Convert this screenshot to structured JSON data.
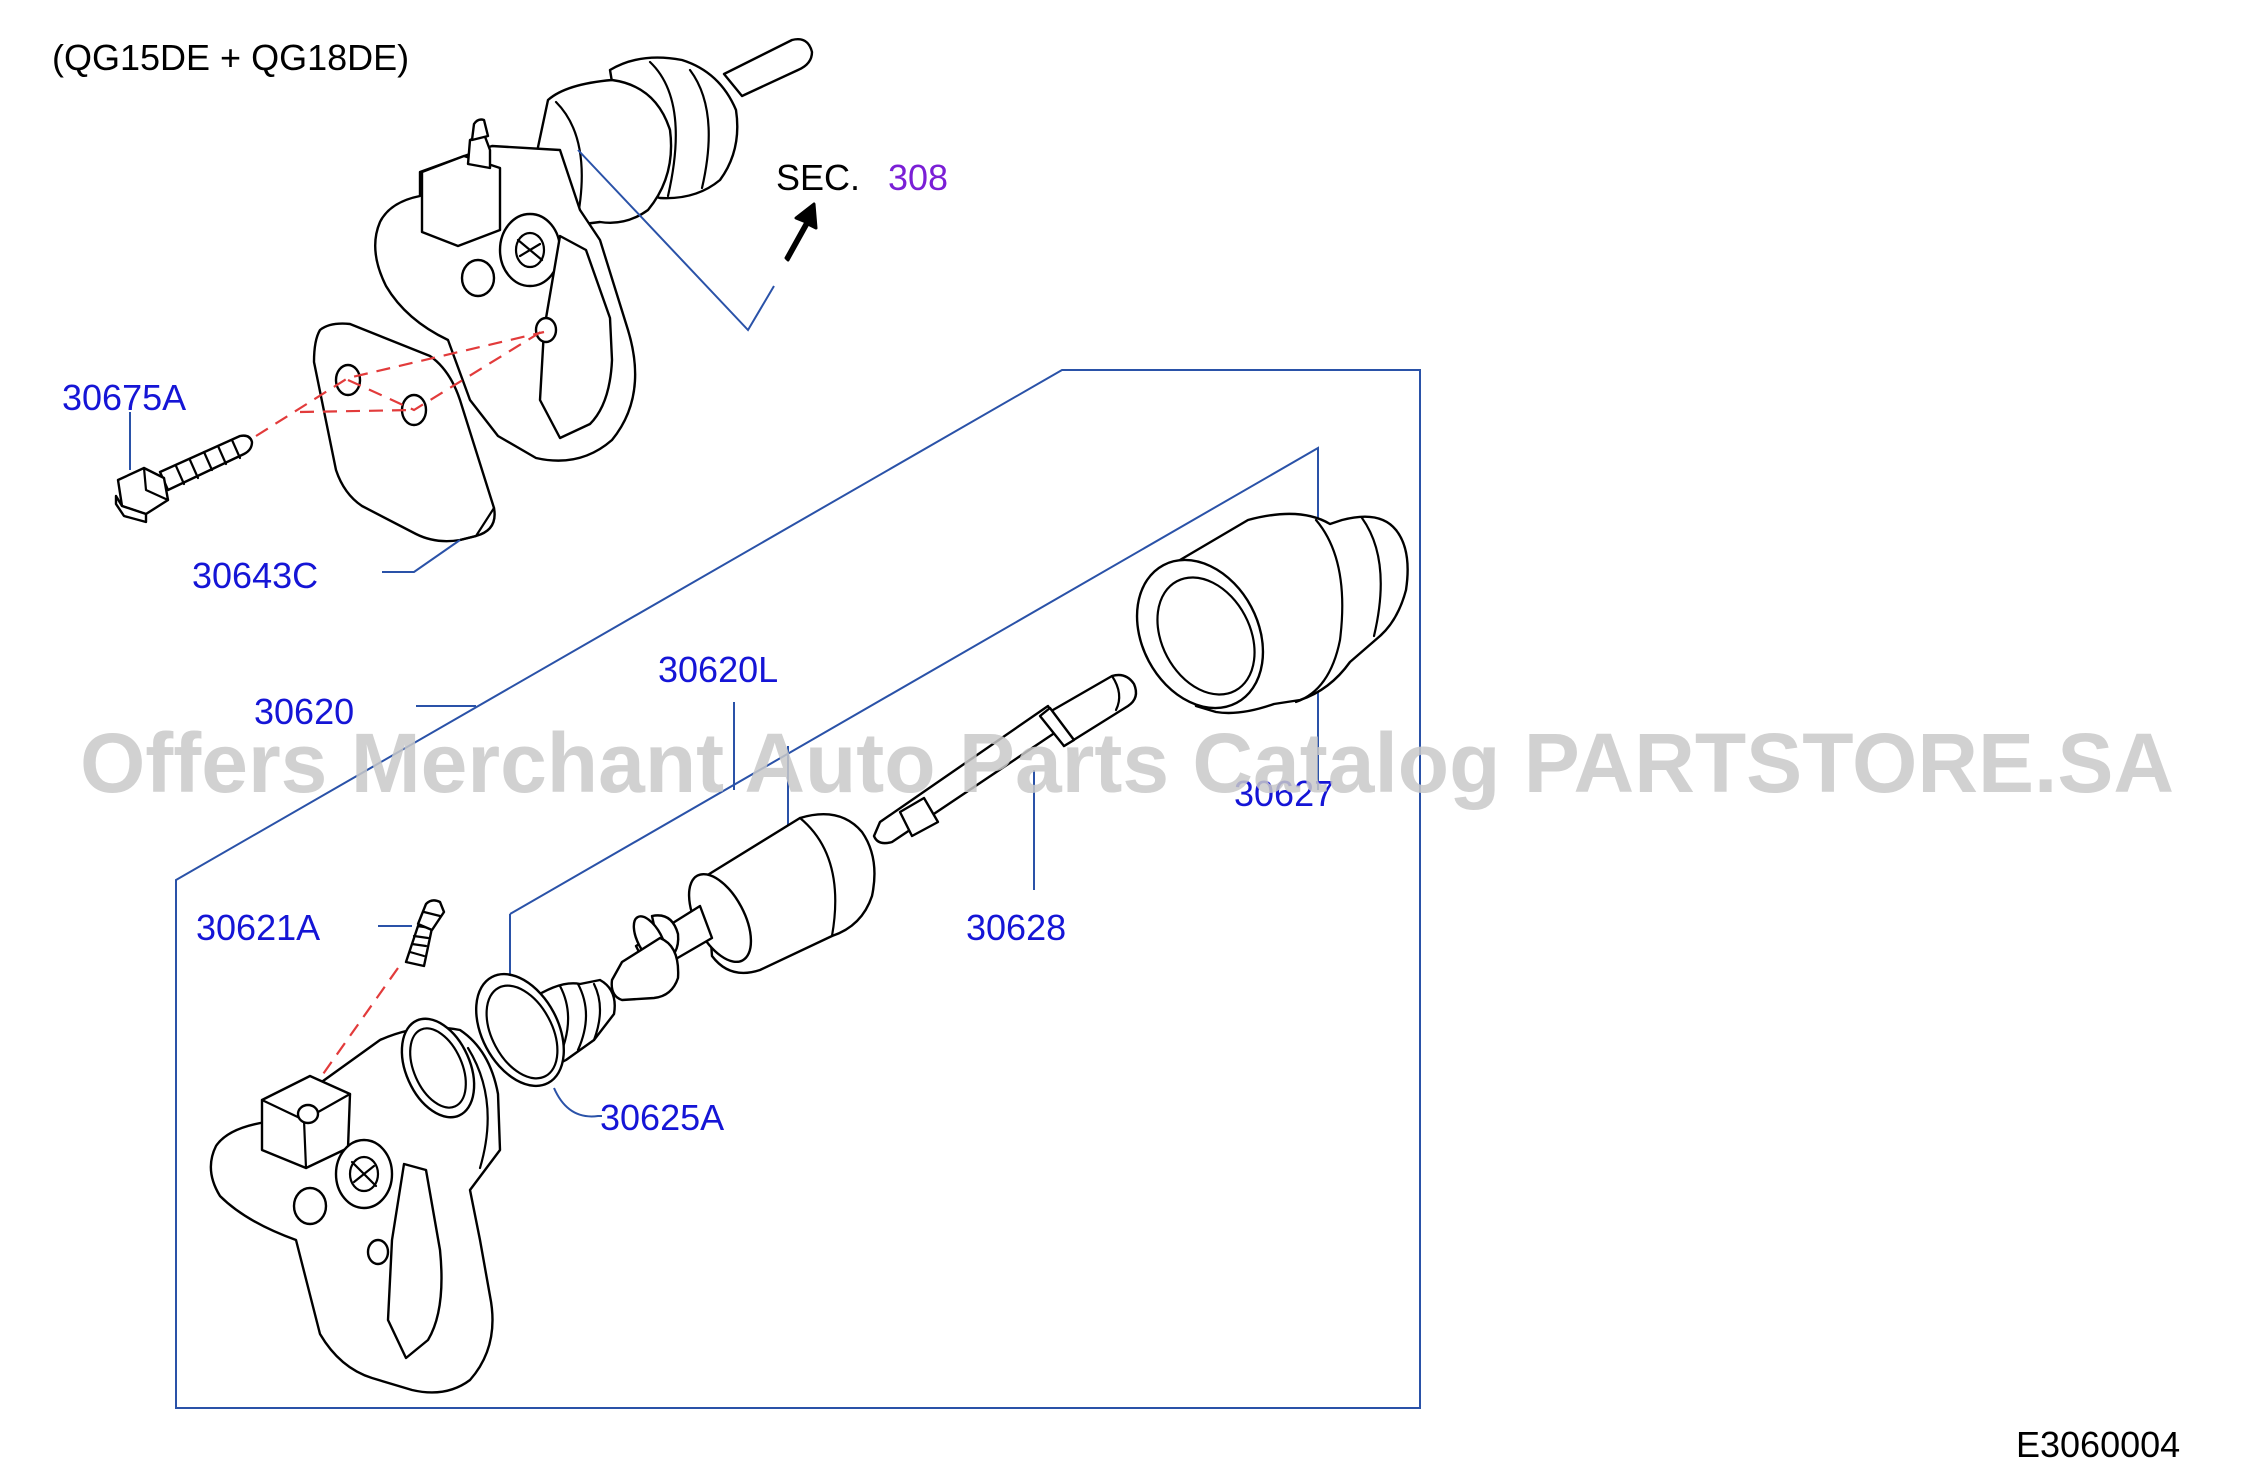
{
  "header": {
    "engine_note": "(QG15DE  +  QG18DE)"
  },
  "reference": {
    "sec_prefix": "SEC.",
    "sec_number": "308"
  },
  "parts": {
    "p30675A": "30675A",
    "p30643C": "30643C",
    "p30620": "30620",
    "p30620L": "30620L",
    "p30627": "30627",
    "p30628": "30628",
    "p30621A": "30621A",
    "p30625A": "30625A"
  },
  "diagram_code": "E3060004",
  "watermark": "Offers Merchant Auto Parts Catalog PARTSTORE.SA",
  "colors": {
    "part_label": "#1515d6",
    "reference_label": "#7b1fd6",
    "leader_line": "#2a52a8",
    "alignment_dash": "#e23b3b"
  }
}
